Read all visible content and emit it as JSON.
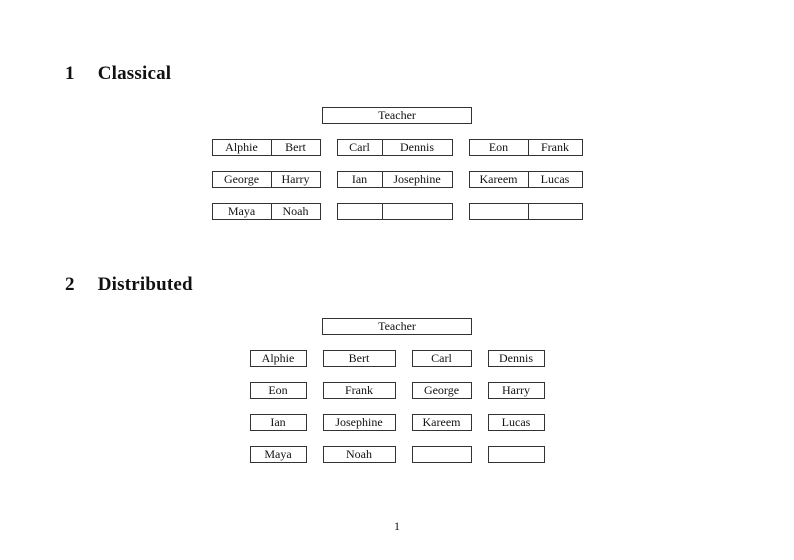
{
  "page": {
    "number": "1"
  },
  "sections": {
    "classical": {
      "number": "1",
      "title": "Classical",
      "teacher_label": "Teacher",
      "rows": [
        [
          [
            "Alphie",
            "Bert"
          ],
          [
            "Carl",
            "Dennis"
          ],
          [
            "Eon",
            "Frank"
          ]
        ],
        [
          [
            "George",
            "Harry"
          ],
          [
            "Ian",
            "Josephine"
          ],
          [
            "Kareem",
            "Lucas"
          ]
        ],
        [
          [
            "Maya",
            "Noah"
          ],
          [
            "",
            ""
          ],
          [
            "",
            ""
          ]
        ]
      ]
    },
    "distributed": {
      "number": "2",
      "title": "Distributed",
      "teacher_label": "Teacher",
      "rows": [
        [
          "Alphie",
          "Bert",
          "Carl",
          "Dennis"
        ],
        [
          "Eon",
          "Frank",
          "George",
          "Harry"
        ],
        [
          "Ian",
          "Josephine",
          "Kareem",
          "Lucas"
        ],
        [
          "Maya",
          "Noah",
          "",
          ""
        ]
      ]
    }
  }
}
